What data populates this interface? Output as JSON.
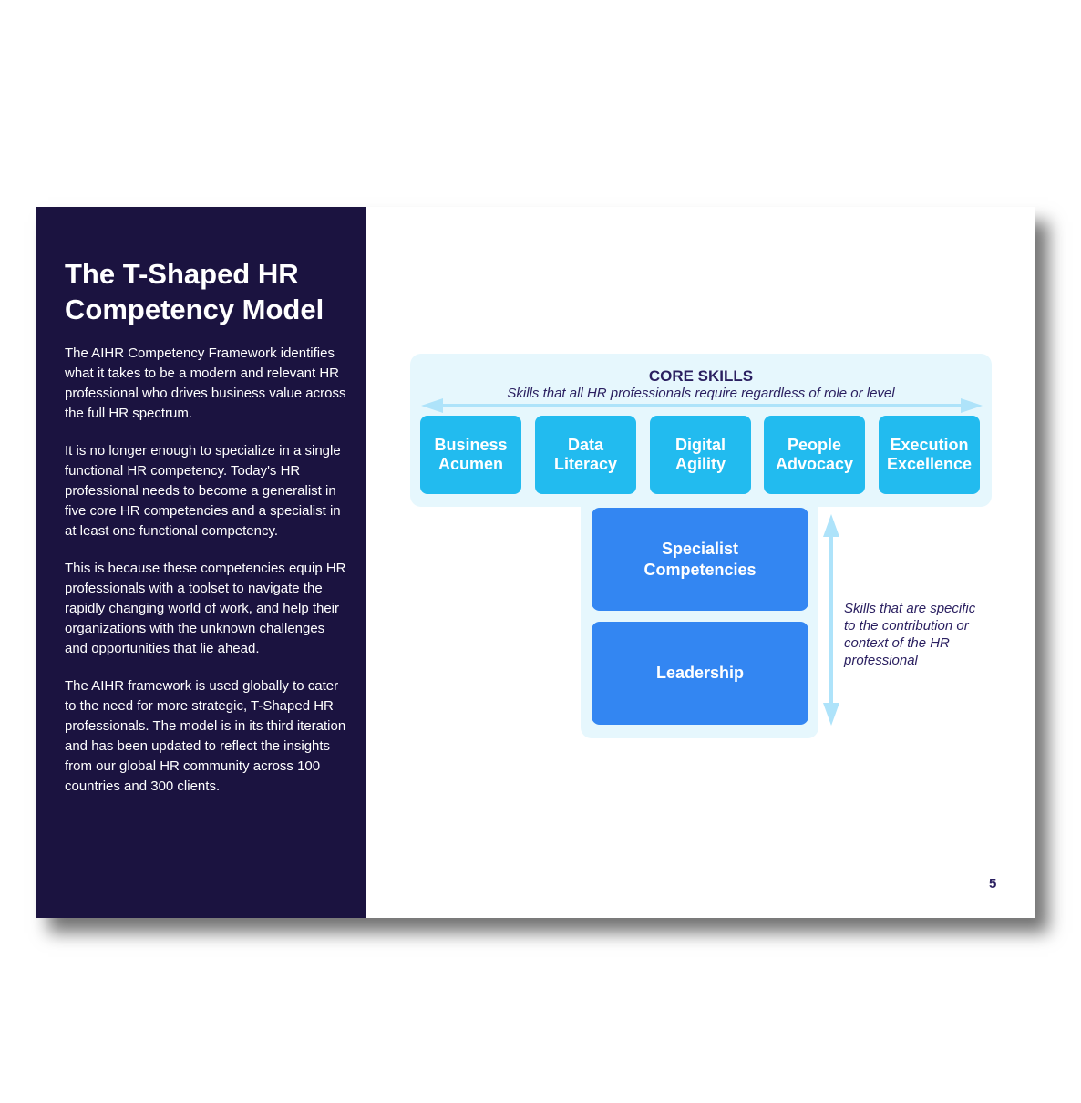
{
  "title": "The T-Shaped HR Competency Model",
  "paragraphs": [
    "The AIHR Competency Framework identifies what it takes to be a modern and relevant HR professional who drives business value across the full HR spectrum.",
    "It is no longer enough to specialize in a single functional HR competency. Today's HR professional needs to become a generalist in five core HR competencies and a specialist in at least one functional competency.",
    "This is because these competencies equip HR professionals with a toolset to navigate the rapidly changing world of work, and help their organizations with the unknown challenges and opportunities that lie ahead.",
    "The AIHR framework is used globally to cater to the need for more strategic, T-Shaped HR professionals. The model is in its third iteration and has been updated to reflect the insights from our global HR community across 100 countries and 300 clients."
  ],
  "diagram": {
    "core_title": "CORE SKILLS",
    "core_subtitle": "Skills that all HR professionals require regardless of role or level",
    "core_skills": [
      "Business Acumen",
      "Data Literacy",
      "Digital Agility",
      "People Advocacy",
      "Execution Excellence"
    ],
    "specialist": "Specialist Competencies",
    "leadership": "Leadership",
    "side_note": "Skills that are specific to the contribution or context of the HR professional"
  },
  "page_number": "5"
}
